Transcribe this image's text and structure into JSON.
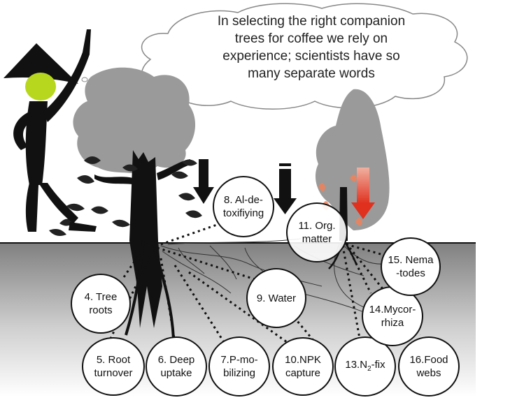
{
  "thought_bubble": {
    "lines": [
      "In selecting the right companion",
      "trees for coffee we rely on",
      "experience; scientists have  so",
      "many separate words"
    ]
  },
  "nodes": [
    {
      "id": "n4",
      "l1": "4. Tree",
      "l2": "roots"
    },
    {
      "id": "n5",
      "l1": "5. Root",
      "l2": "turnover"
    },
    {
      "id": "n6",
      "l1": "6. Deep",
      "l2": "uptake"
    },
    {
      "id": "n7",
      "l1": "7.P-mo-",
      "l2": "bilizing"
    },
    {
      "id": "n8",
      "l1": "8. Al-de-",
      "l2": "toxifiying"
    },
    {
      "id": "n9",
      "l1": "9. Water",
      "l2": ""
    },
    {
      "id": "n10",
      "l1": "10.NPK",
      "l2": "capture"
    },
    {
      "id": "n11",
      "l1": "11. Org.",
      "l2": "matter"
    },
    {
      "id": "n13",
      "l1": "13.N",
      "sub": "2",
      "l1b": "-fix",
      "l2": ""
    },
    {
      "id": "n14",
      "l1": "14.Mycor-",
      "l2": "rhiza"
    },
    {
      "id": "n15",
      "l1": "15. Nema",
      "l2": "-todes"
    },
    {
      "id": "n16",
      "l1": "16.Food",
      "l2": "webs"
    }
  ],
  "colors": {
    "soil_top": "#7f7f7f",
    "soil_bottom": "#ffffff",
    "canopy": "#9a9a9a",
    "face": "#b7d61e",
    "arrow_red": "#e0301e"
  }
}
